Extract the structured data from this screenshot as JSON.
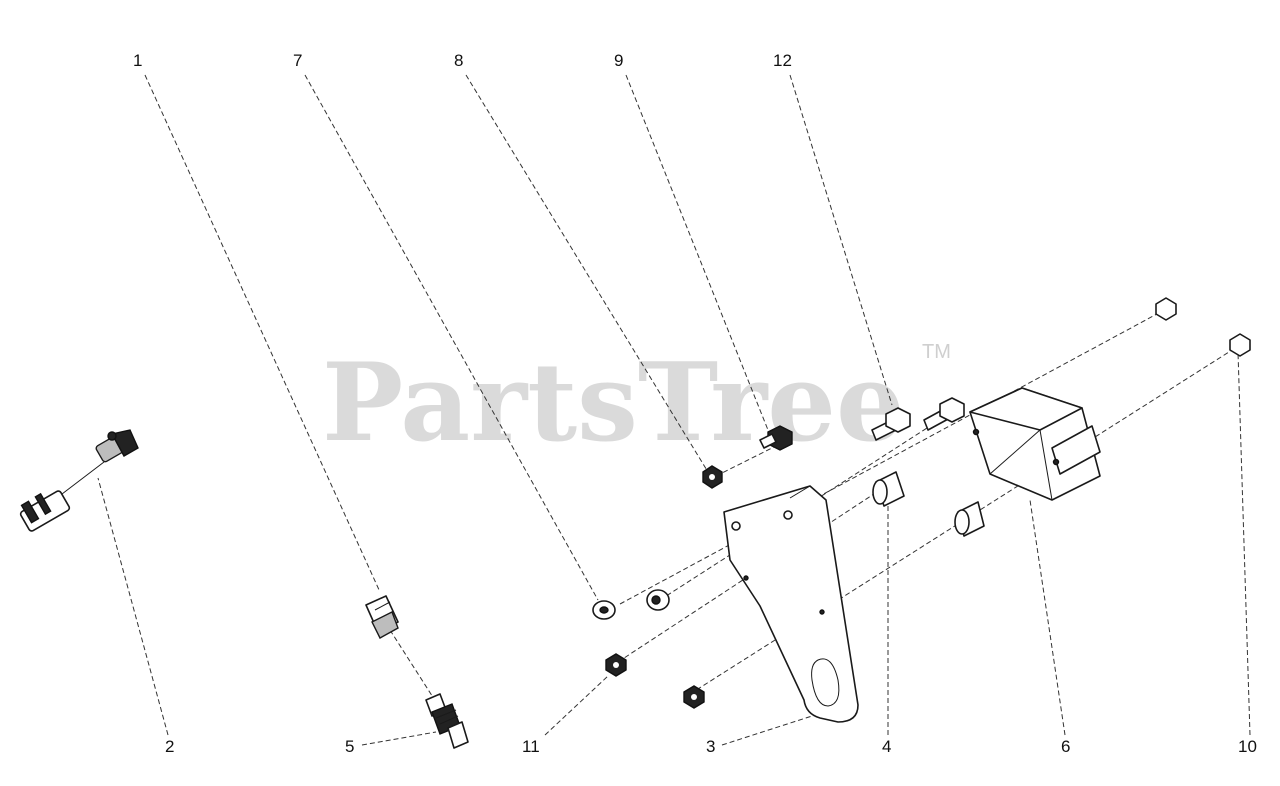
{
  "watermark": {
    "brand": "PartsTree",
    "trademark": "TM"
  },
  "callouts": [
    {
      "id": "c1",
      "label": "1"
    },
    {
      "id": "c7",
      "label": "7"
    },
    {
      "id": "c8",
      "label": "8"
    },
    {
      "id": "c9",
      "label": "9"
    },
    {
      "id": "c12",
      "label": "12"
    },
    {
      "id": "c2",
      "label": "2"
    },
    {
      "id": "c5",
      "label": "5"
    },
    {
      "id": "c11",
      "label": "11"
    },
    {
      "id": "c3",
      "label": "3"
    },
    {
      "id": "c4",
      "label": "4"
    },
    {
      "id": "c6",
      "label": "6"
    },
    {
      "id": "c10",
      "label": "10"
    }
  ]
}
